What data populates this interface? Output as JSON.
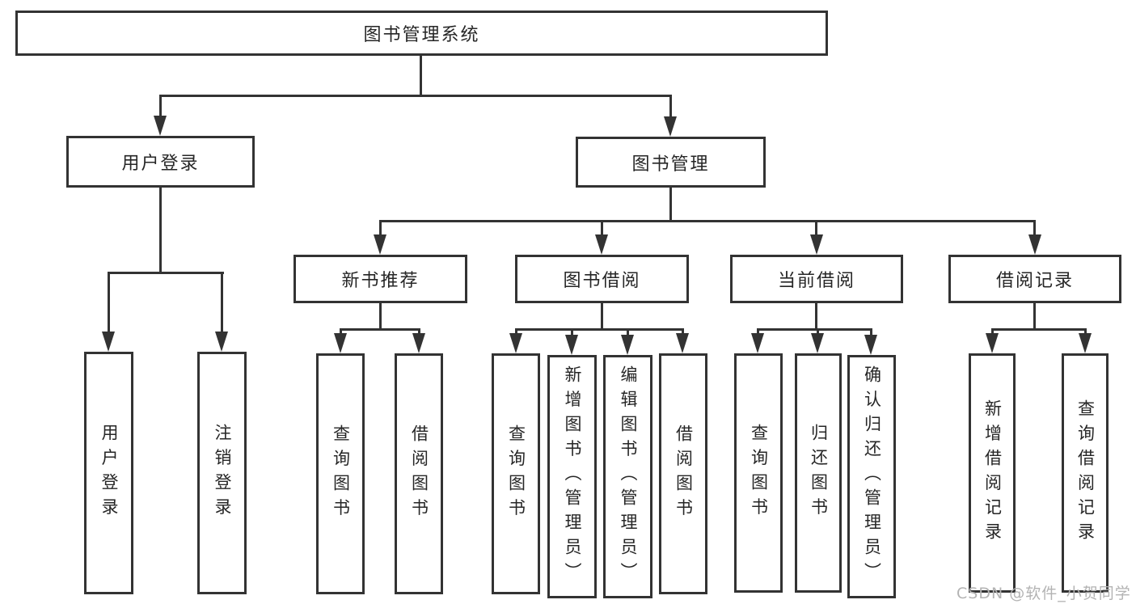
{
  "colors": {
    "stroke": "#333333",
    "text": "#262626",
    "background": "#ffffff",
    "watermark": "#b3b3b3"
  },
  "watermark": {
    "text": "CSDN @软件_小贺同学"
  },
  "nodes": {
    "root": {
      "label": "图书管理系统"
    },
    "userLogin": {
      "label": "用户登录"
    },
    "bookMgmt": {
      "label": "图书管理"
    },
    "newBookRec": {
      "label": "新书推荐"
    },
    "bookBorrow": {
      "label": "图书借阅"
    },
    "currentBorrow": {
      "label": "当前借阅"
    },
    "borrowRecord": {
      "label": "借阅记录"
    },
    "a1": {
      "label": "用户登录"
    },
    "a2": {
      "label": "注销登录"
    },
    "b1": {
      "label": "查询图书"
    },
    "b2": {
      "label": "借阅图书"
    },
    "c1": {
      "label": "查询图书"
    },
    "c2": {
      "label": "新增图书（管理员）"
    },
    "c3": {
      "label": "编辑图书（管理员）"
    },
    "c4": {
      "label": "借阅图书"
    },
    "d1": {
      "label": "查询图书"
    },
    "d2": {
      "label": "归还图书"
    },
    "d3": {
      "label": "确认归还（管理员）"
    },
    "e1": {
      "label": "新增借阅记录"
    },
    "e2": {
      "label": "查询借阅记录"
    }
  }
}
